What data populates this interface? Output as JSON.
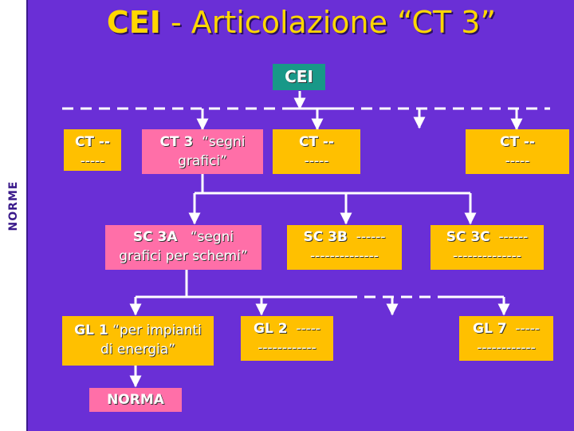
{
  "title": {
    "bold": "CEI",
    "rest": " - Articolazione “CT 3”"
  },
  "side_label": "NORME",
  "nodes": {
    "cei": "CEI",
    "ct_left": {
      "a": "CT --",
      "b": "-----"
    },
    "ct3": {
      "a": "CT 3",
      "b": "“segni",
      "c": "grafici”"
    },
    "ct_mid": {
      "a": "CT --",
      "b": "-----"
    },
    "ct_right": {
      "a": "CT --",
      "b": "-----"
    },
    "sc3a": {
      "a": "SC 3A",
      "b": "“segni",
      "c": "grafici per schemi”"
    },
    "sc3b": {
      "a": "SC 3B",
      "b": "------",
      "c": "--------------"
    },
    "sc3c": {
      "a": "SC 3C",
      "b": "------",
      "c": "--------------"
    },
    "gl1": {
      "a": "GL 1",
      "b": "“per impianti",
      "c": "di energia”"
    },
    "gl2": {
      "a": "GL 2",
      "b": "-----",
      "c": "------------"
    },
    "gl7": {
      "a": "GL 7",
      "b": "-----",
      "c": "------------"
    },
    "norma": "NORMA"
  },
  "colors": {
    "background": "#6a2fd6",
    "title": "#ffd700",
    "box": "#ffc000",
    "highlight": "#ff6fa8",
    "root": "#189888"
  }
}
